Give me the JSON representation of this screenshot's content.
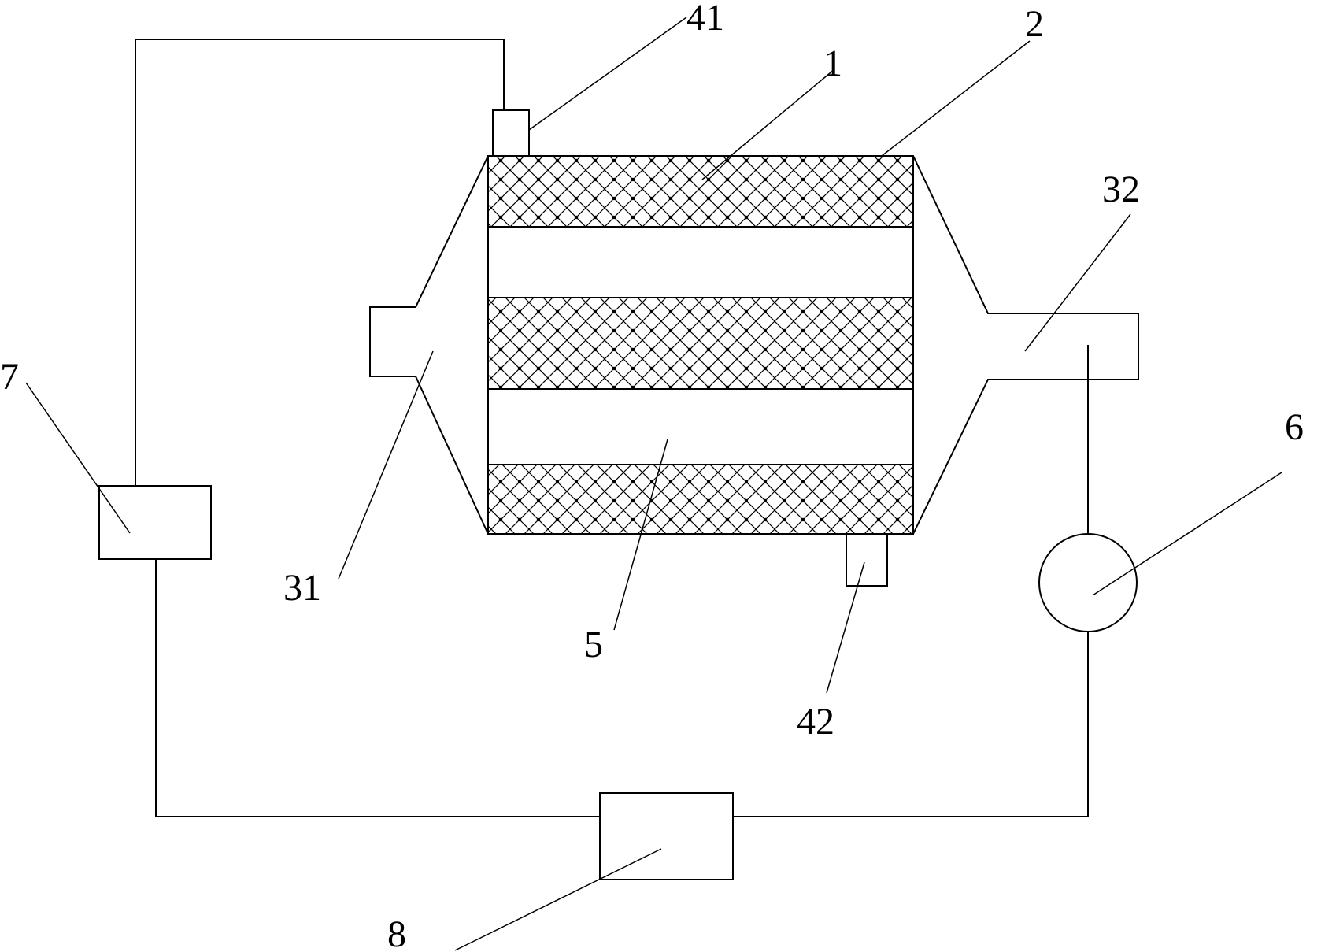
{
  "labels": {
    "bed_top": "1",
    "housing": "2",
    "inlet": "31",
    "outlet": "32",
    "sensor_top": "41",
    "sensor_bottom": "42",
    "channel": "5",
    "pump": "6",
    "controller": "7",
    "unit": "8"
  }
}
